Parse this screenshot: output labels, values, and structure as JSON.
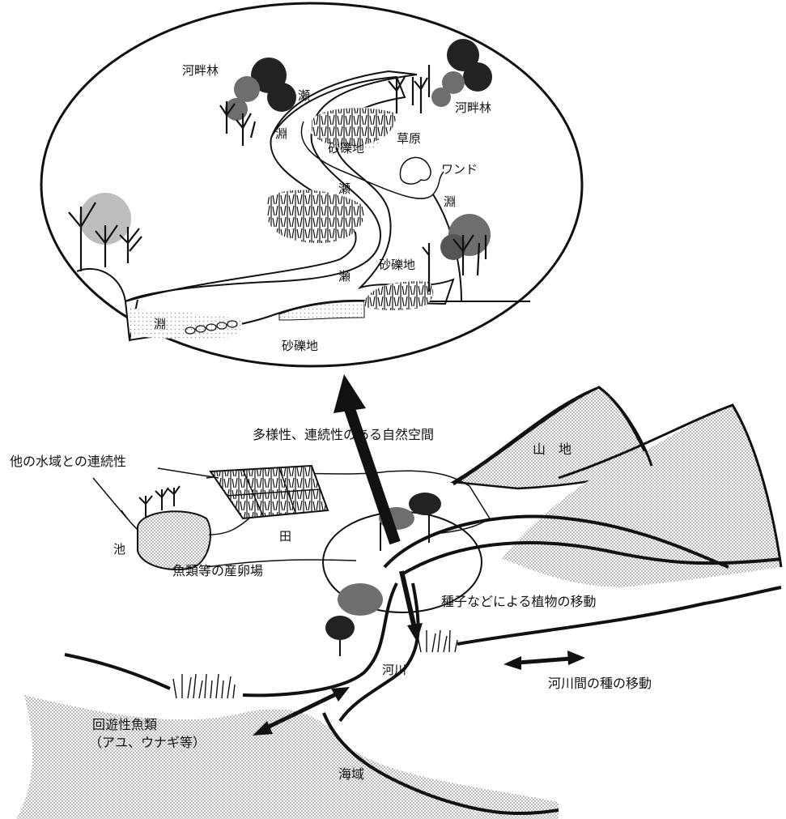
{
  "labels": {
    "riparian_forest_left": "河畔林",
    "riparian_forest_right": "河畔林",
    "rapids_top": "瀬",
    "pool_left_upper": "淵",
    "gravel_bar_upper": "砂礫地",
    "grassland": "草原",
    "wando": "ワンド",
    "rapids_middle": "瀬",
    "pool_right": "淵",
    "gravel_bar_right": "砂礫地",
    "rapids_lower": "瀬",
    "pool_lower_left": "淵",
    "gravel_bar_bottom": "砂礫地",
    "diverse_space": "多様性、連続性のある自然空間",
    "mountain": "山　地",
    "continuity_other_waters": "他の水域との連続性",
    "pond": "池",
    "paddy": "田",
    "spawning_ground": "魚類等の産卵場",
    "seed_movement": "種子などによる植物の移動",
    "river": "河川",
    "species_movement": "河川間の種の移動",
    "migratory_fish": "回遊性魚類",
    "migratory_fish_examples": "（アユ、ウナギ等）",
    "sea": "海域"
  },
  "colors": {
    "ink": "#111111",
    "shade": "#cfcfcf",
    "dark_tree": "#222222",
    "mid_tree": "#6e6e6e"
  }
}
